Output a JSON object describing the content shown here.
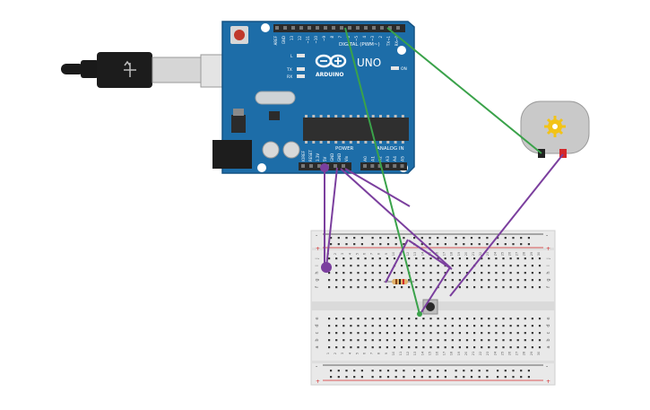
{
  "arduino": {
    "logo": "ARDUINO",
    "model": "UNO",
    "digital_label": "DIGITAL (PWM~)",
    "power_label": "POWER",
    "analog_label": "ANALOG IN",
    "on_label": "ON",
    "led_l": "L",
    "led_tx": "TX",
    "led_rx": "RX",
    "top_headers": [
      "AREF",
      "GND",
      "13",
      "12",
      "~11",
      "~10",
      "~9",
      "8",
      "7",
      "~6",
      "~5",
      "4",
      "~3",
      "2",
      "TX→1",
      "RX←0"
    ],
    "power_headers": [
      "IOREF",
      "RESET",
      "3.3V",
      "5V",
      "GND",
      "GND",
      "Vin"
    ],
    "analog_headers": [
      "A0",
      "A1",
      "A2",
      "A3",
      "A4",
      "A5"
    ],
    "colors": {
      "board": "#1d6da8",
      "headers": "#2a2a2a",
      "chip": "#2f2f2f"
    }
  },
  "breadboard": {
    "row_letters_top": [
      "j",
      "i",
      "h",
      "g",
      "f"
    ],
    "row_letters_bottom": [
      "e",
      "d",
      "c",
      "b",
      "a"
    ],
    "column_numbers": [
      "1",
      "2",
      "3",
      "4",
      "5",
      "6",
      "7",
      "8",
      "9",
      "10",
      "11",
      "12",
      "13",
      "14",
      "15",
      "16",
      "17",
      "18",
      "19",
      "20",
      "21",
      "22",
      "23",
      "24",
      "25",
      "26",
      "27",
      "28",
      "29",
      "30"
    ],
    "rail_plus": "+",
    "rail_minus": "-",
    "colors": {
      "body": "#e9e9e9",
      "hole": "#3a3a3a",
      "rail_red": "#d4282a",
      "rail_dark": "#333333"
    }
  },
  "wires": {
    "colors": {
      "purple": "#7b3f9e",
      "green": "#3aa24a",
      "black": "#222222",
      "red": "#d4282a"
    }
  },
  "components": {
    "usb_cable_icon": "usb-b-cable-icon",
    "motor_icon": "dc-motor-icon",
    "pushbutton_icon": "pushbutton-icon",
    "resistor_icon": "resistor-icon",
    "motor_color": "#f2c318"
  }
}
